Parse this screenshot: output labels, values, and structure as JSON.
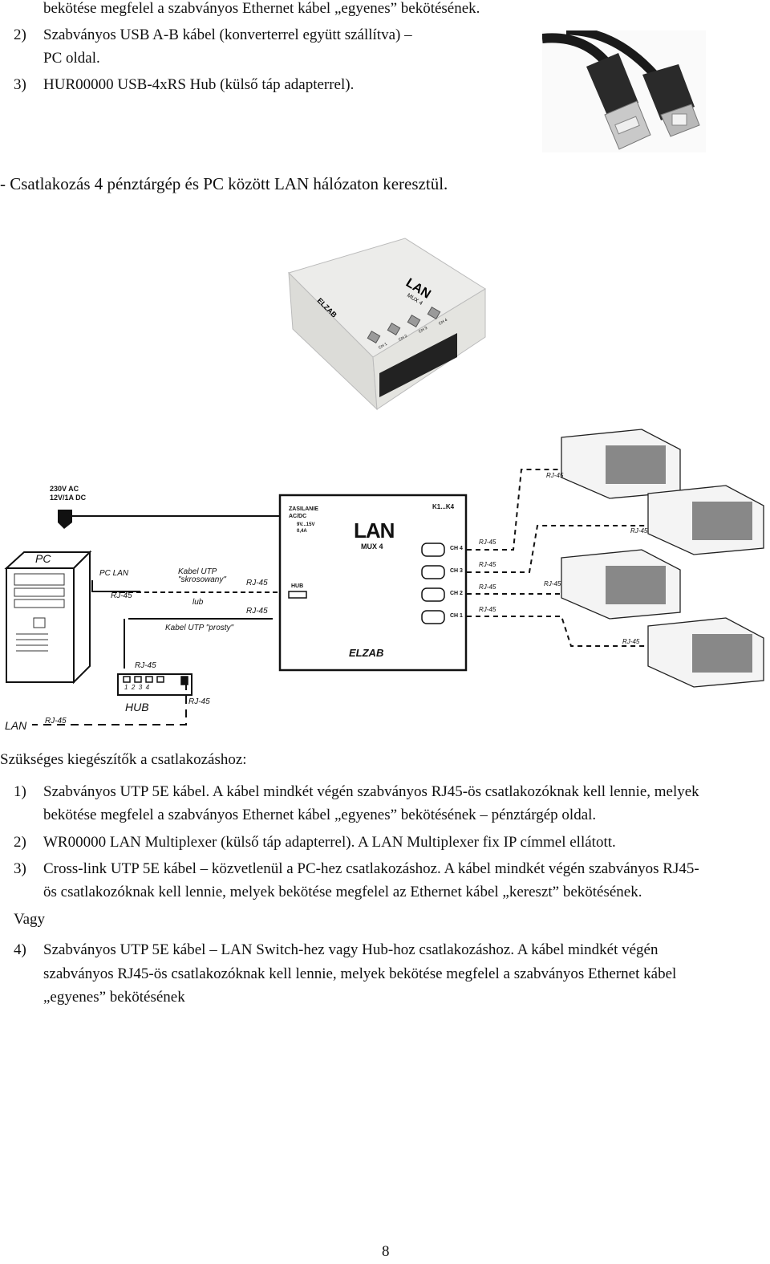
{
  "top_section": {
    "line_cont": "bekötése megfelel a szabványos Ethernet kábel „egyenes” bekötésének.",
    "items": [
      {
        "num": "2)",
        "line1": "Szabványos USB A-B kábel (konverterrel együtt szállítva) –",
        "line2": "PC oldal."
      },
      {
        "num": "3)",
        "line1": "HUR00000 USB-4xRS Hub (külső táp adapterrel)."
      }
    ]
  },
  "section_heading": "- Csatlakozás 4 pénztárgép és PC között LAN hálózaton keresztül.",
  "device_photo": {
    "brand": "ELZAB",
    "model": "LAN",
    "sub": "MUX 4",
    "port_ch1": "CH 1",
    "port_ch2": "CH 2",
    "port_ch3": "CH 3",
    "port_ch4": "CH 4"
  },
  "diagram": {
    "power": "230V AC\n12V/1A DC",
    "pc": "PC",
    "pc_lan": "PC LAN",
    "rj45": "RJ-45",
    "cable_crossed": "Kabel UTP\n\"skrosowany\"",
    "lub": "lub",
    "cable_straight": "Kabel UTP \"prosty\"",
    "hub": "HUB",
    "hub_ports": "1  2  3  4",
    "lan": "LAN",
    "zasilanie": "ZASILANIE\nAC/DC",
    "volt": "9V...15V\n0,4A",
    "k1k4": "K1...K4",
    "mux_title": "LAN",
    "mux_sub": "MUX 4",
    "hub_in_mux": "HUB",
    "brand": "ELZAB",
    "ch4": "CH 4",
    "ch3": "CH 3",
    "ch2": "CH 2",
    "ch1": "CH 1"
  },
  "requirements": {
    "heading": "Szükséges kiegészítők a csatlakozáshoz:",
    "items": [
      {
        "num": "1)",
        "line1": "Szabványos UTP 5E kábel. A kábel mindkét végén szabványos RJ45-ös csatlakozóknak kell lennie, melyek",
        "line2": "bekötése megfelel a szabványos Ethernet kábel „egyenes” bekötésének – pénztárgép oldal."
      },
      {
        "num": "2)",
        "line1": "WR00000 LAN Multiplexer (külső táp adapterrel). A LAN Multiplexer fix IP címmel ellátott."
      },
      {
        "num": "3)",
        "line1": "Cross-link UTP 5E kábel – közvetlenül a PC-hez csatlakozáshoz. A kábel mindkét végén szabványos RJ45-",
        "line2": "ös csatlakozóknak kell lennie, melyek bekötése megfelel az Ethernet kábel „kereszt” bekötésének."
      }
    ],
    "or": "Vagy",
    "item4": {
      "num": "4)",
      "line1": "Szabványos UTP 5E kábel – LAN Switch-hez vagy Hub-hoz csatlakozáshoz. A kábel mindkét végén",
      "line2": "szabványos RJ45-ös csatlakozóknak kell lennie, melyek bekötése megfelel a szabványos Ethernet kábel",
      "line3": "„egyenes” bekötésének"
    }
  },
  "page_number": "8"
}
